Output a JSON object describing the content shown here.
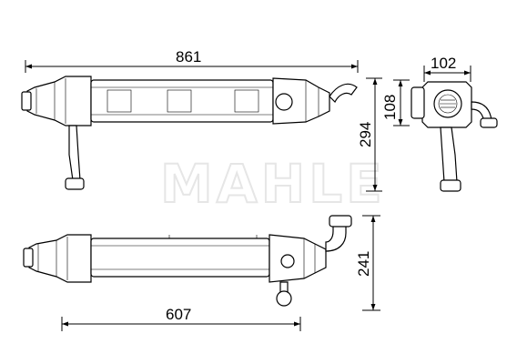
{
  "watermark": "MAHLE",
  "dimensions": {
    "top_length": "861",
    "side_width": "102",
    "side_inner_height": "108",
    "top_height": "294",
    "bottom_height": "241",
    "bottom_length": "607"
  }
}
